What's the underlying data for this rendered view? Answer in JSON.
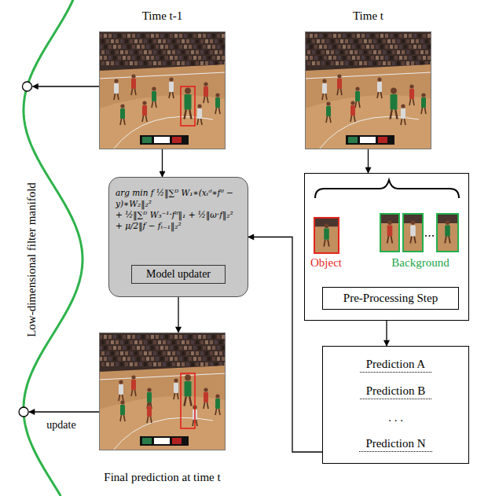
{
  "diagram": {
    "nodes": [
      {
        "text": [
          "Time t-1"
        ]
      },
      {
        "text": [
          "Time t"
        ]
      },
      {
        "text": [
          "arg min f ½‖∑ᴰ W₁∗(xₜᵈ∗fᵈ − y)∗W₂‖₂²",
          "+ ½‖∑ᴰ W₃⁻¹·fᵈ‖₁ + ½‖ω·f‖₂² + μ/2‖f − fₜ₋₁‖₂²",
          "Model updater"
        ]
      },
      {
        "text": [
          "Pre-Processing Step"
        ]
      },
      {
        "text": [
          "Prediction A",
          "Prediction B",
          ". . .",
          "Prediction N"
        ]
      },
      {
        "text": [
          "Final prediction at time t"
        ]
      }
    ],
    "edges": [
      {
        "from": 0,
        "to": 2,
        "arrow": "to"
      },
      {
        "from": 1,
        "to": 3,
        "arrow": "to"
      },
      {
        "from": 3,
        "to": 4,
        "arrow": "to"
      },
      {
        "from": 4,
        "to": 2,
        "arrow": "to"
      },
      {
        "from": 2,
        "to": 5,
        "arrow": "to"
      }
    ],
    "labels": [
      "Low-dimensional filter manifold",
      "Object",
      "Background",
      "update"
    ]
  }
}
